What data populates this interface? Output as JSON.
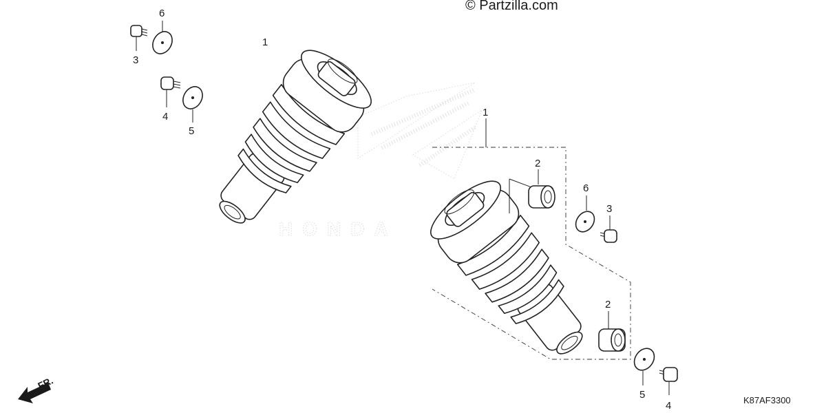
{
  "watermark": {
    "copyright": "© Partzilla.com",
    "logo_text": "HONDA"
  },
  "diagram_code": "K87AF3300",
  "front_indicator": "FR.",
  "callouts": {
    "shock_left": "1",
    "shock_right": "1",
    "bush_upper": "2",
    "bush_lower": "2",
    "bolt_upper_left": "3",
    "bolt_right": "3",
    "bolt_lower_left": "4",
    "bolt_lower_right": "4",
    "washer_lower_left": "5",
    "washer_lower_right": "5",
    "washer_upper_left": "6",
    "washer_right": "6"
  },
  "icons": {
    "front_arrow": "arrow-down-left-icon"
  }
}
